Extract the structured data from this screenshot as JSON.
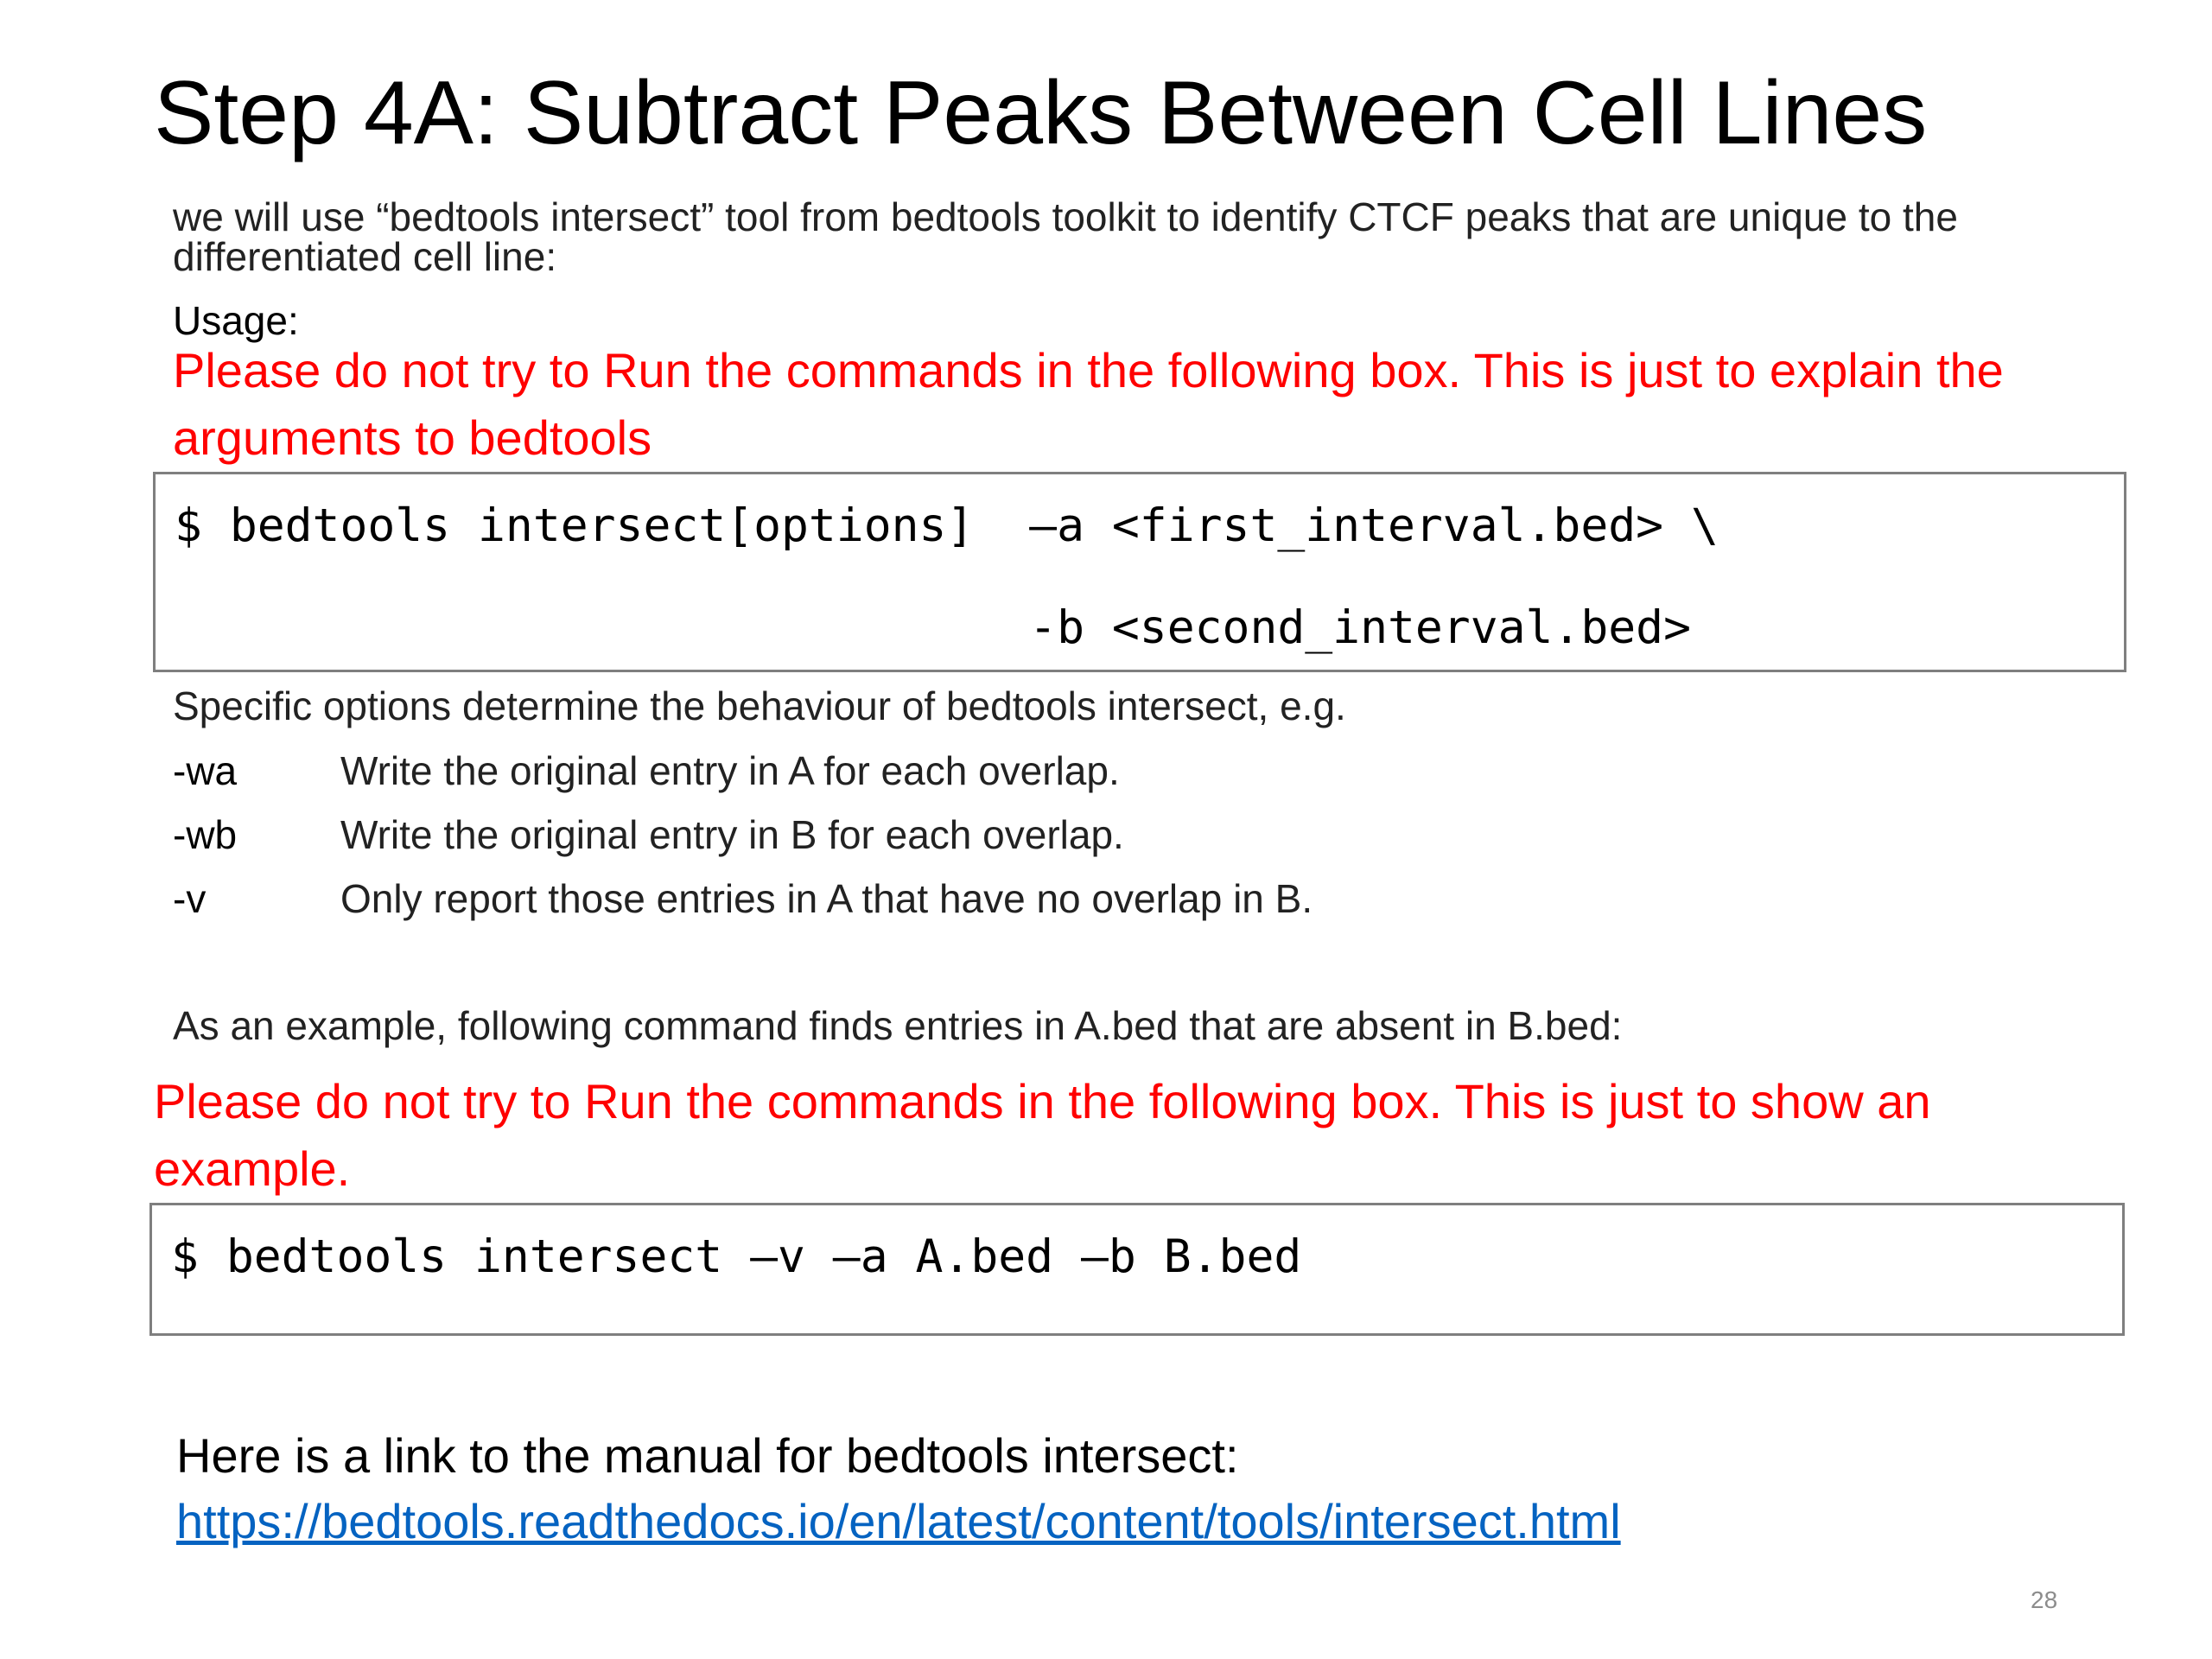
{
  "slide": {
    "title": "Step 4A: Subtract Peaks Between Cell Lines",
    "intro": "we will use “bedtools intersect” tool from bedtools toolkit to identify CTCF peaks that are unique to the differentiated cell line:",
    "usage_label": "Usage:",
    "warning_1": "Please do not try to Run the commands in the following box. This is just to explain the arguments to bedtools",
    "usage_box": {
      "line_1": "$ bedtools intersect[options]  –a <first_interval.bed> \\",
      "line_2": "                               -b <second_interval.bed>"
    },
    "options_intro": "Specific options determine the behaviour of bedtools intersect, e.g.",
    "options": [
      {
        "flag": "-wa",
        "description": "Write the original entry in A for each overlap."
      },
      {
        "flag": "-wb",
        "description": "Write the original entry in B for each overlap."
      },
      {
        "flag": "-v",
        "description": "Only report those entries in A that have no overlap in B."
      }
    ],
    "example_intro": "As an example, following command finds entries in A.bed that are absent in B.bed:",
    "warning_2": "Please do not try to Run the commands in the following box. This is just to show an example.",
    "example_box": {
      "line_1": "$ bedtools intersect –v –a A.bed –b B.bed"
    },
    "manual_text": "Here is a link to the manual for bedtools intersect:",
    "manual_link": "https://bedtools.readthedocs.io/en/latest/content/tools/intersect.html",
    "page_number": "28"
  },
  "colors": {
    "warning": "#ff0000",
    "link": "#0563c1",
    "box_border": "#7f7f7f"
  }
}
